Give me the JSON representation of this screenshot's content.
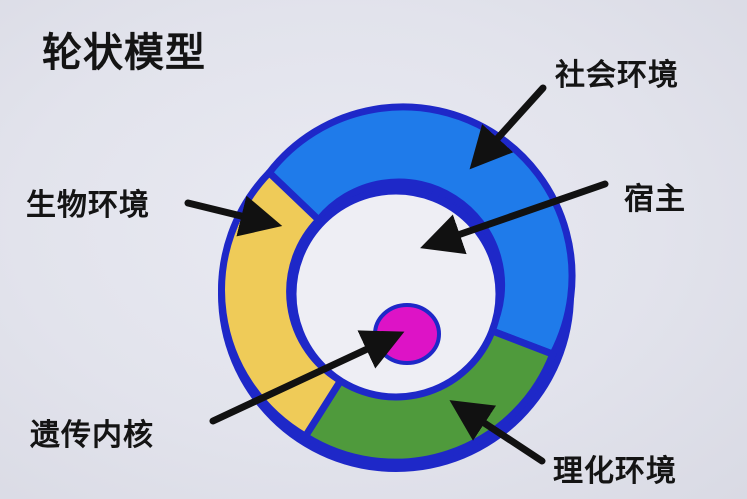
{
  "title": "轮状模型",
  "labels": {
    "social_env": "社会环境",
    "host": "宿主",
    "bio_env": "生物环境",
    "genetic_core": "遗传内核",
    "physical_env": "理化环境"
  },
  "colors": {
    "social_env": "#1f7bea",
    "bio_env": "#efcb58",
    "physical_env": "#4f9a3c",
    "genetic_core": "#dd13c6",
    "ring_border": "#1e28c8",
    "arrow": "#111111"
  }
}
